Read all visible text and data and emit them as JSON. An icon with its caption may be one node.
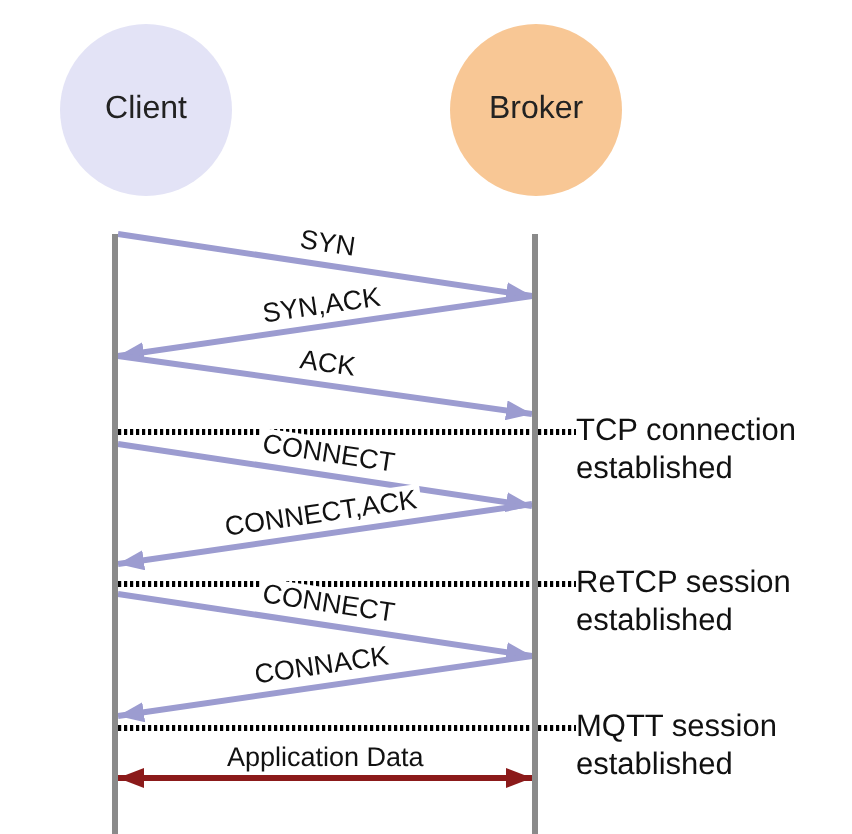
{
  "diagram": {
    "nodes": [
      {
        "text": [
          "Client"
        ]
      },
      {
        "text": [
          "Broker"
        ]
      },
      {
        "text": [],
        "shape": "bar"
      },
      {
        "text": [],
        "shape": "bar"
      },
      {
        "text": [
          "TCP connection established"
        ]
      },
      {
        "text": [
          "ReTCP session established"
        ]
      },
      {
        "text": [
          "MQTT session established"
        ]
      }
    ],
    "edges": [
      {
        "from": 2,
        "to": 3,
        "arrow": "to",
        "label": "SYN"
      },
      {
        "from": 3,
        "to": 2,
        "arrow": "to",
        "label": "SYN,ACK"
      },
      {
        "from": 2,
        "to": 3,
        "arrow": "to",
        "label": "ACK"
      },
      {
        "from": 2,
        "to": 4,
        "arrow": "none",
        "style": "dashed",
        "color": "#000000"
      },
      {
        "from": 2,
        "to": 3,
        "arrow": "to",
        "label": "CONNECT"
      },
      {
        "from": 3,
        "to": 2,
        "arrow": "to",
        "label": "CONNECT,ACK"
      },
      {
        "from": 2,
        "to": 5,
        "arrow": "none",
        "style": "dashed",
        "color": "#000000"
      },
      {
        "from": 2,
        "to": 3,
        "arrow": "to",
        "label": "CONNECT"
      },
      {
        "from": 3,
        "to": 2,
        "arrow": "to",
        "label": "CONNACK"
      },
      {
        "from": 2,
        "to": 6,
        "arrow": "none",
        "style": "dashed",
        "color": "#000000"
      },
      {
        "from": 2,
        "to": 3,
        "arrow": "both",
        "label": "Application Data",
        "color": "#8b1a1a"
      }
    ]
  }
}
